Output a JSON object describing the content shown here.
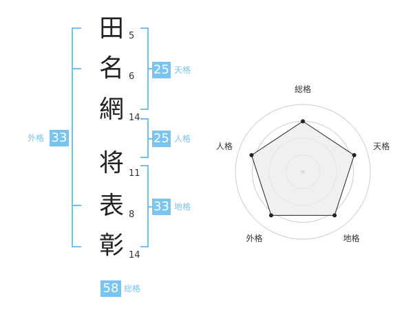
{
  "name": {
    "chars": [
      {
        "char": "田",
        "strokes": "5"
      },
      {
        "char": "名",
        "strokes": "6"
      },
      {
        "char": "網",
        "strokes": "14"
      },
      {
        "char": "将",
        "strokes": "11"
      },
      {
        "char": "表",
        "strokes": "8"
      },
      {
        "char": "彰",
        "strokes": "14"
      }
    ]
  },
  "kaku": {
    "ten": {
      "value": "25",
      "label": "天格"
    },
    "jin": {
      "value": "25",
      "label": "人格"
    },
    "chi": {
      "value": "33",
      "label": "地格"
    },
    "gai": {
      "value": "33",
      "label": "外格"
    },
    "sou": {
      "value": "58",
      "label": "総格"
    }
  },
  "chart_data": {
    "type": "radar",
    "axes": [
      "総格",
      "天格",
      "地格",
      "外格",
      "人格"
    ],
    "values": [
      0.75,
      0.8,
      0.8,
      0.8,
      0.8
    ],
    "range": [
      0,
      1
    ],
    "rings": 4,
    "colors": {
      "fill": "#ebebeb",
      "outline": "#222222",
      "grid": "#cccccc",
      "center": "#bbbbbb"
    }
  },
  "colors": {
    "accent": "#79c5f2",
    "bracket": "#6ec1ee"
  }
}
